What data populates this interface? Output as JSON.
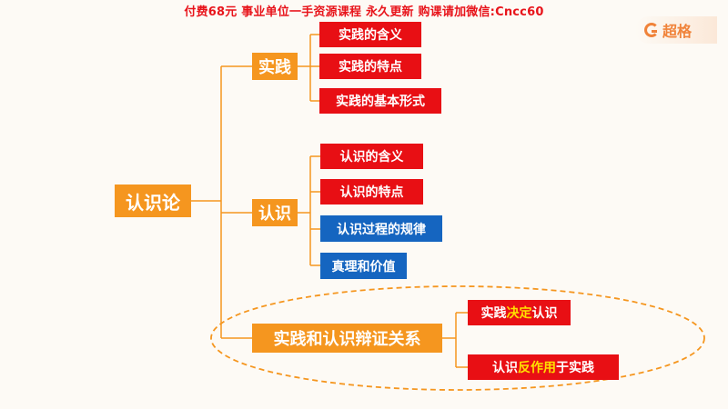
{
  "banner": "付费68元 事业单位一手资源课程 永久更新 购课请加微信:Cncc60",
  "logo": {
    "name": "超格"
  },
  "colors": {
    "orange": "#f5961f",
    "red": "#e80f14",
    "blue": "#1565c0",
    "highlight": "#ffe000"
  },
  "root": "认识论",
  "practice": {
    "label": "实践",
    "items": [
      "实践的含义",
      "实践的特点",
      "实践的基本形式"
    ]
  },
  "cognition": {
    "label": "认识",
    "items": [
      "认识的含义",
      "认识的特点",
      "认识过程的规律",
      "真理和价值"
    ]
  },
  "dialectic": {
    "label": "实践和认识辩证关系",
    "item1": {
      "a": "实践",
      "b": "决定",
      "c": "认识"
    },
    "item2": {
      "a": "认识",
      "b": "反作用",
      "c": "于实践"
    }
  }
}
